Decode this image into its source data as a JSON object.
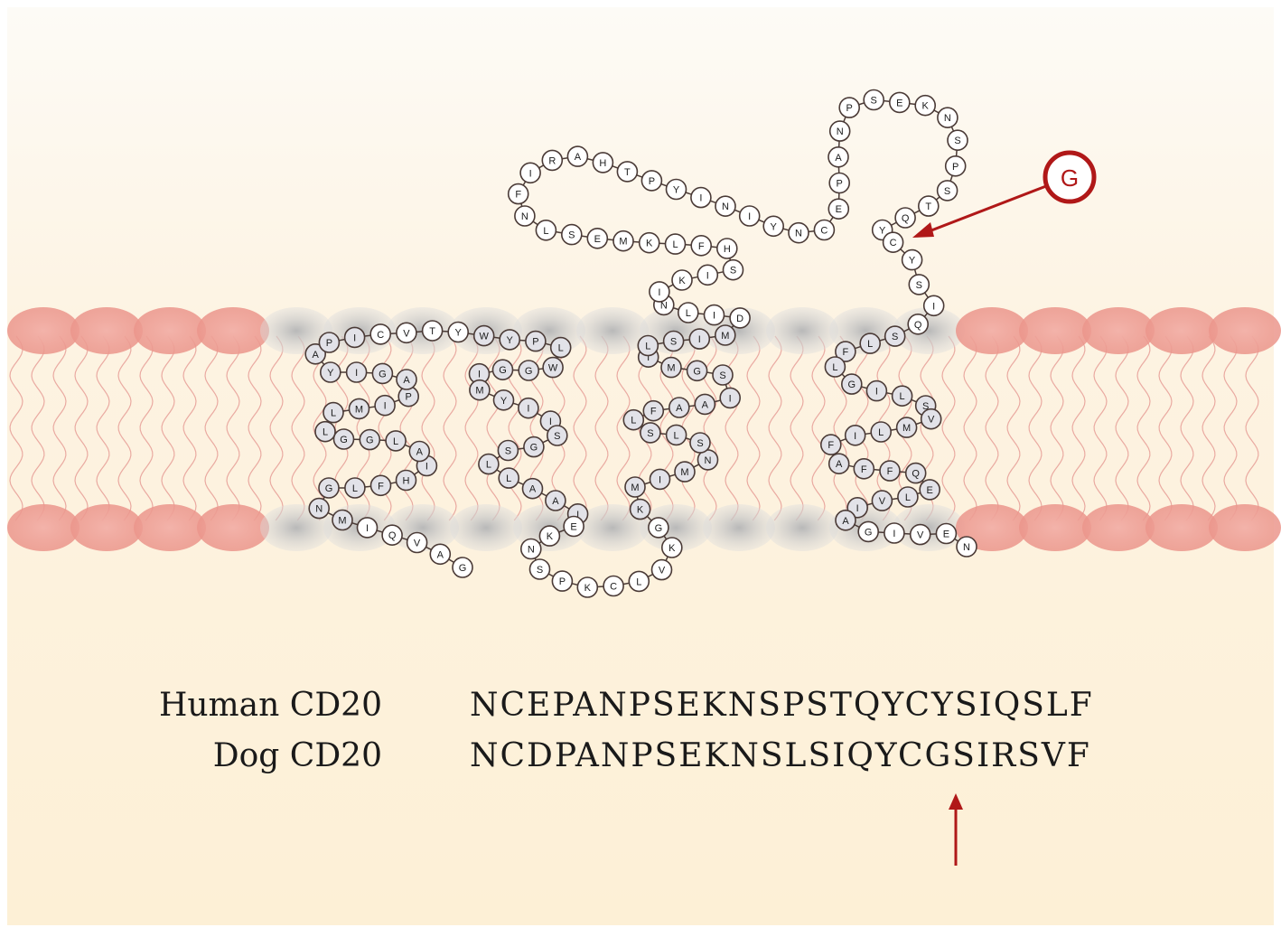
{
  "colors": {
    "background_top": "#fdfbf6",
    "background_bottom": "#fdf0d6",
    "lipid_head": "#f0a8a0",
    "lipid_head_gray": "#cfcfcf",
    "lipid_tail": "#e69e96",
    "residue_stroke": "#4a3a36",
    "residue_fill": "#ffffff",
    "residue_fill_shaded": "#e2e2e8",
    "annotation_red": "#b01818"
  },
  "glycosylation_marker": {
    "label": "G",
    "icon": "glycosylation-marker-icon"
  },
  "sequence_alignment": {
    "rows": [
      {
        "label": "Human CD20",
        "sequence": "NCEPANPSEKNSPSTQYCYSIQSLF"
      },
      {
        "label": "Dog CD20",
        "sequence": "NCDPANPSEKNSLSIQYCGSIRSVF"
      }
    ]
  },
  "protein_topology": {
    "segments": [
      {
        "id": "n_term_tail",
        "residues": "GAVQI"
      },
      {
        "id": "tm1",
        "residues": "MNGLFHIALGGLLMIPAGIYAPIC"
      },
      {
        "id": "tm2",
        "residues": "VTYWYPLWGGIMYIISGSLLAAIEKNS"
      },
      {
        "id": "tm3",
        "residues": "PKCLVKGKMIMNSLSLFAAISGMILSIMDILNIKISHFLKMESLNFIRAHTPYINIYNC"
      },
      {
        "id": "extracellular_loop",
        "residues": "EPANPSEKNSPSTQYCYSIQS"
      },
      {
        "id": "tm4",
        "residues": "LFLGILSVMLIFAFFQELVIAGIVEN"
      }
    ]
  }
}
